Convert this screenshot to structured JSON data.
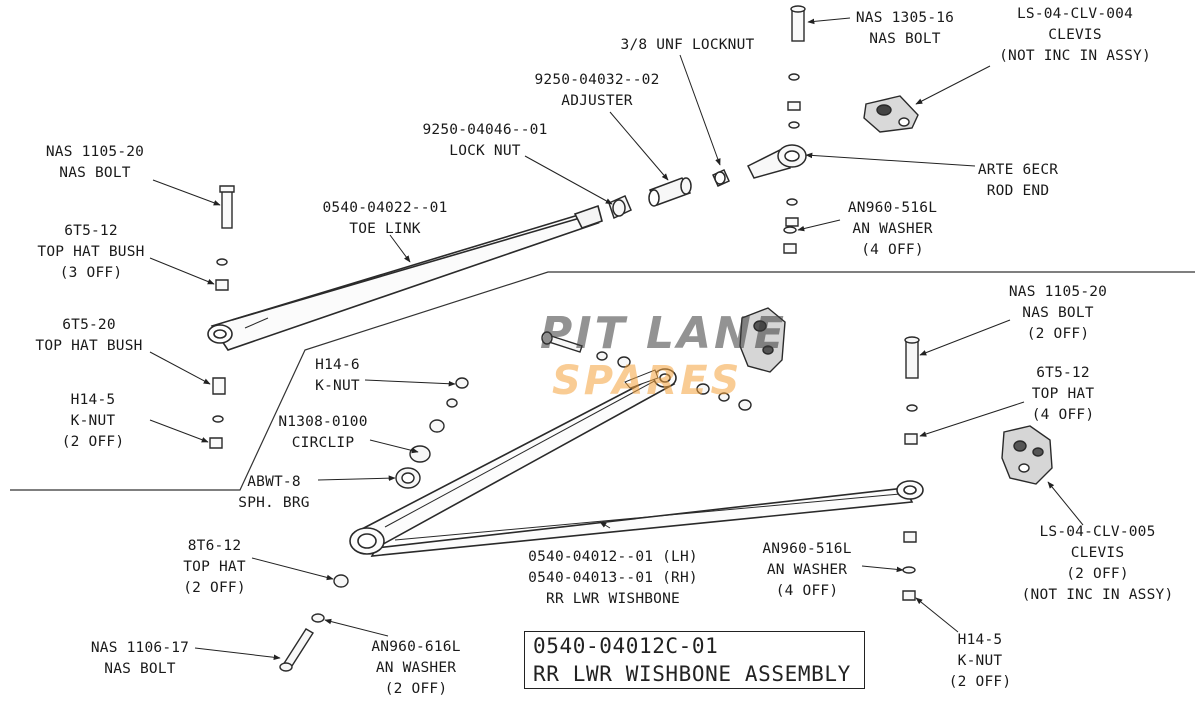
{
  "watermark": {
    "line1": "PIT LANE",
    "line2": "SPARES",
    "color_dark": "#3a3a3a",
    "color_accent": "#f4a23c"
  },
  "callouts": {
    "nas1305_16": [
      "NAS 1305-16",
      "NAS BOLT"
    ],
    "clevis_004": [
      "LS-04-CLV-004",
      "CLEVIS",
      "(NOT INC IN ASSY)"
    ],
    "locknut_unf": [
      "3/8 UNF LOCKNUT"
    ],
    "adjuster": [
      "9250-04032--02",
      "ADJUSTER"
    ],
    "lock_nut": [
      "9250-04046--01",
      "LOCK NUT"
    ],
    "rod_end": [
      "ARTE 6ECR",
      "ROD END"
    ],
    "nas1105_20_top": [
      "NAS 1105-20",
      "NAS BOLT"
    ],
    "toe_link": [
      "0540-04022--01",
      "TOE LINK"
    ],
    "an960_516l_top": [
      "AN960-516L",
      "AN WASHER",
      "(4 OFF)"
    ],
    "tophat_bush_3": [
      "6T5-12",
      "TOP HAT BUSH",
      "(3 OFF)"
    ],
    "tophat_bush": [
      "6T5-20",
      "TOP HAT BUSH"
    ],
    "knut_2off_left": [
      "H14-5",
      "K-NUT",
      "(2 OFF)"
    ],
    "h14_6": [
      "H14-6",
      "K-NUT"
    ],
    "circlip": [
      "N1308-0100",
      "CIRCLIP"
    ],
    "sph_brg": [
      "ABWT-8",
      "SPH. BRG"
    ],
    "nas1105_20_right": [
      "NAS 1105-20",
      "NAS BOLT",
      "(2 OFF)"
    ],
    "tophat_4off": [
      "6T5-12",
      "TOP HAT",
      "(4 OFF)"
    ],
    "clevis_005": [
      "LS-04-CLV-005",
      "CLEVIS",
      "(2 OFF)",
      "(NOT INC IN ASSY)"
    ],
    "tophat_8t6": [
      "8T6-12",
      "TOP HAT",
      "(2 OFF)"
    ],
    "wishbone": [
      "0540-04012--01 (LH)",
      "0540-04013--01 (RH)",
      "RR LWR WISHBONE"
    ],
    "an960_516l_bottom": [
      "AN960-516L",
      "AN WASHER",
      "(4 OFF)"
    ],
    "knut_2off_right": [
      "H14-5",
      "K-NUT",
      "(2 OFF)"
    ],
    "nas1106_17": [
      "NAS 1106-17",
      "NAS BOLT"
    ],
    "an960_616l": [
      "AN960-616L",
      "AN WASHER",
      "(2 OFF)"
    ]
  },
  "title_block": {
    "part_number": "0540-04012C-01",
    "title": "RR LWR WISHBONE ASSEMBLY"
  }
}
